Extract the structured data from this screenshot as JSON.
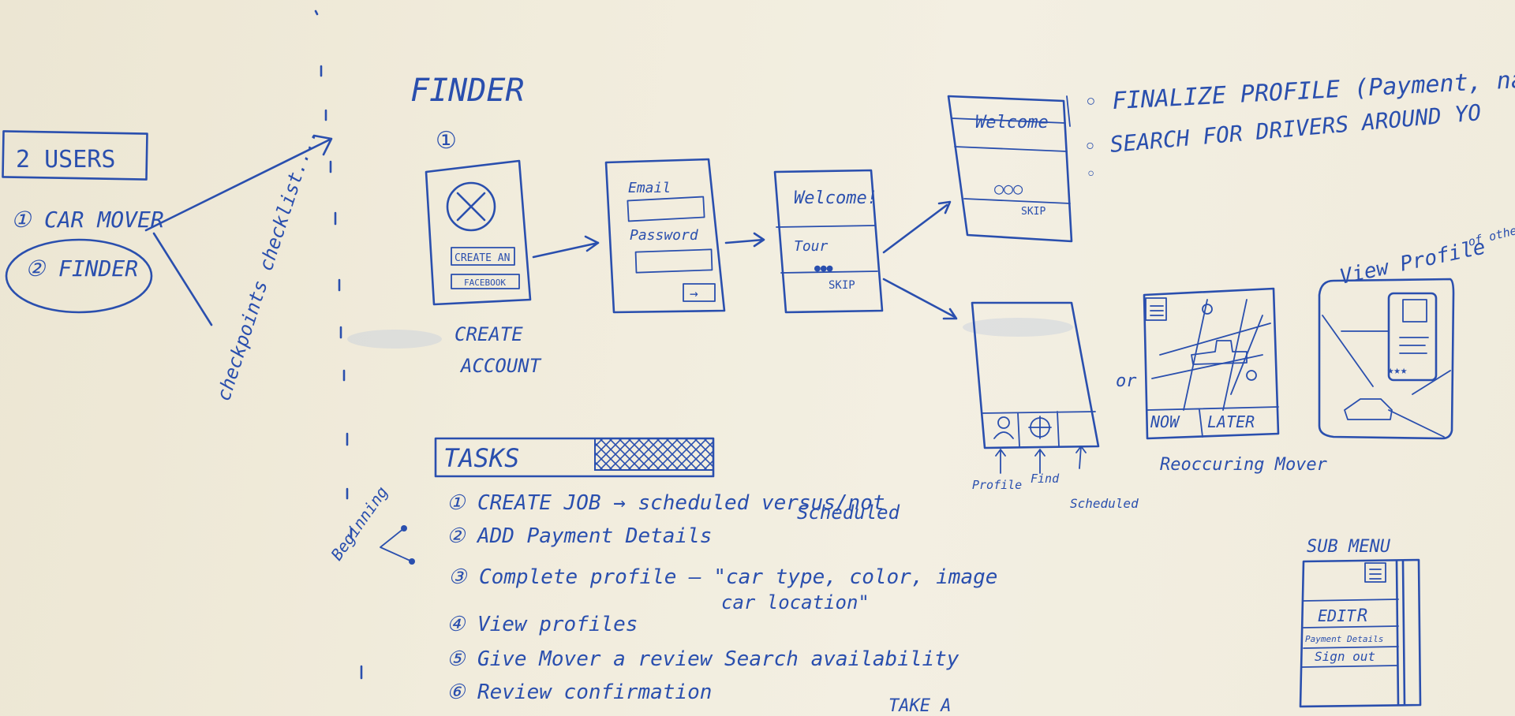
{
  "left": {
    "box_title": "2 USERS",
    "user1": "① CAR MOVER",
    "user2": "② FINDER",
    "note": "checkpoints checklist...."
  },
  "finder": {
    "title": "FINDER",
    "step": "①",
    "create_btn": "CREATE AN",
    "facebook_btn": "FACEBOOK",
    "caption_line1": "CREATE",
    "caption_line2": "ACCOUNT"
  },
  "login": {
    "email": "Email",
    "password": "Password",
    "arrow": "→"
  },
  "welcome1": {
    "title": "Welcome!",
    "tour": "Tour",
    "dots": "●●●",
    "skip": "SKIP"
  },
  "welcome2": {
    "title": "Welcome",
    "dots": "○○○",
    "skip": "SKIP"
  },
  "notes": {
    "line1": "◦ FINALIZE PROFILE (Payment, name, +",
    "line2": "◦ SEARCH FOR DRIVERS AROUND YO",
    "line3": "◦"
  },
  "main_screen": {
    "labels": [
      "Profile",
      "Find",
      "Scheduled"
    ]
  },
  "map_screen": {
    "or": "or",
    "now": "NOW",
    "later": "LATER",
    "recurring": "Reoccuring Mover"
  },
  "profile_view": {
    "caption_line1": "View Profile",
    "caption_line2": "of others",
    "stars": "★★★"
  },
  "tasks": {
    "header": "TASKS",
    "beginning": "Beginning",
    "items": [
      "① CREATE JOB → scheduled versus/not",
      "Scheduled",
      "② ADD Payment Details",
      "③ Complete profile — \"car type, color, image",
      "car location\"",
      "④ View profiles",
      "⑤ Give Mover a review     Search availability",
      "⑥ Review confirmation"
    ],
    "take": "TAKE A"
  },
  "sub_menu": {
    "title": "SUB MENU",
    "edit": "EDIT",
    "payment": "Payment Details",
    "signout": "Sign out"
  }
}
